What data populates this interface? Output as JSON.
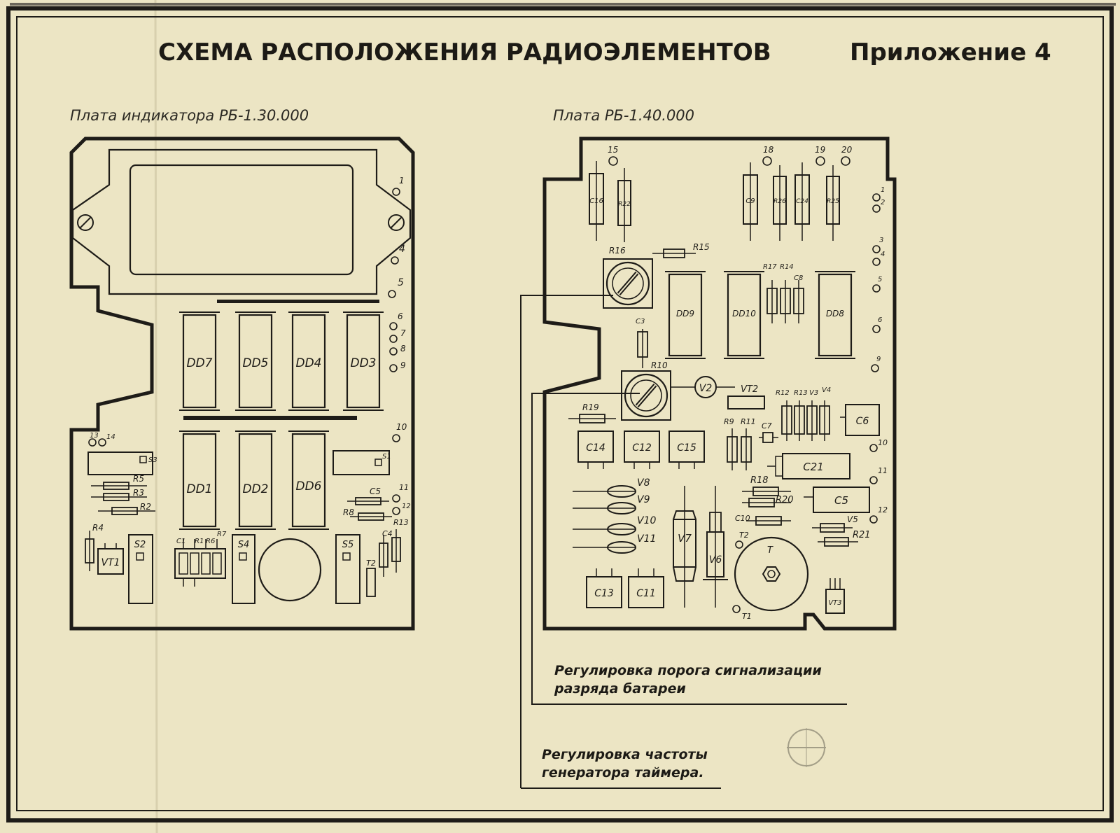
{
  "title": "СХЕМА РАСПОЛОЖЕНИЯ РАДИОЭЛЕМЕНТОВ",
  "appendix": "Приложение 4",
  "colors": {
    "paper": "#ece5c4",
    "ink": "#1e1c18"
  },
  "left_board": {
    "caption": "Плата индикатора РБ-1.30.000",
    "chips": [
      "DD7",
      "DD5",
      "DD4",
      "DD3",
      "DD1",
      "DD2",
      "DD6"
    ],
    "switches": [
      "S3",
      "S1",
      "S2",
      "S4",
      "S5"
    ],
    "resistors": [
      "R5",
      "R3",
      "R2",
      "R4",
      "R8",
      "R1",
      "R6",
      "R7",
      "R13"
    ],
    "capacitors": [
      "C5",
      "C1",
      "C4"
    ],
    "transistor": "VT1",
    "misc": "T2",
    "pins": [
      "1",
      "4",
      "5",
      "6",
      "7",
      "8",
      "9",
      "10",
      "11",
      "12",
      "13",
      "14"
    ]
  },
  "right_board": {
    "caption": "Плата РБ-1.40.000",
    "chips": [
      "DD9",
      "DD10",
      "DD8"
    ],
    "resistors": [
      "R22",
      "R26",
      "R25",
      "R16",
      "R15",
      "R17",
      "R14",
      "R10",
      "R19",
      "R12",
      "R13",
      "R9",
      "R11",
      "R18",
      "R20",
      "R21"
    ],
    "capacitors": [
      "C16",
      "C9",
      "C24",
      "C8",
      "C3",
      "C6",
      "C7",
      "C14",
      "C12",
      "C15",
      "C21",
      "C5",
      "C10",
      "C13",
      "C11"
    ],
    "diodes": [
      "V3",
      "V4",
      "V5",
      "V8",
      "V9",
      "V10",
      "V11",
      "V7",
      "V6"
    ],
    "transistors": [
      "VT2",
      "VT3"
    ],
    "indicator": "V2",
    "misc": [
      "T",
      "T1",
      "T2"
    ],
    "pins": [
      "15",
      "18",
      "19",
      "20",
      "1",
      "2",
      "3",
      "4",
      "5",
      "6",
      "9",
      "10",
      "11",
      "12"
    ]
  },
  "notes": {
    "battery_line1": "Регулировка порога сигнализации",
    "battery_line2": "разряда батареи",
    "timer_line1": "Регулировка частоты",
    "timer_line2": "генератора таймера."
  }
}
